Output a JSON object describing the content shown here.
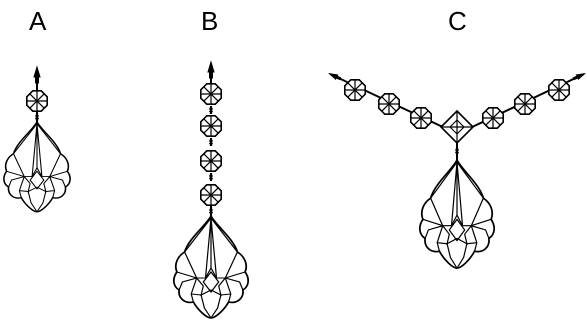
{
  "labels": {
    "a": "A",
    "b": "B",
    "c": "C"
  },
  "figures": {
    "a": {
      "octagon_beads": 1,
      "pendants": 1
    },
    "b": {
      "octagon_beads": 4,
      "pendants": 1
    },
    "c": {
      "octagon_beads_per_side": 3,
      "center_diamond": 1,
      "pendants": 1
    }
  },
  "colors": {
    "stroke": "#000000",
    "background": "#ffffff"
  }
}
